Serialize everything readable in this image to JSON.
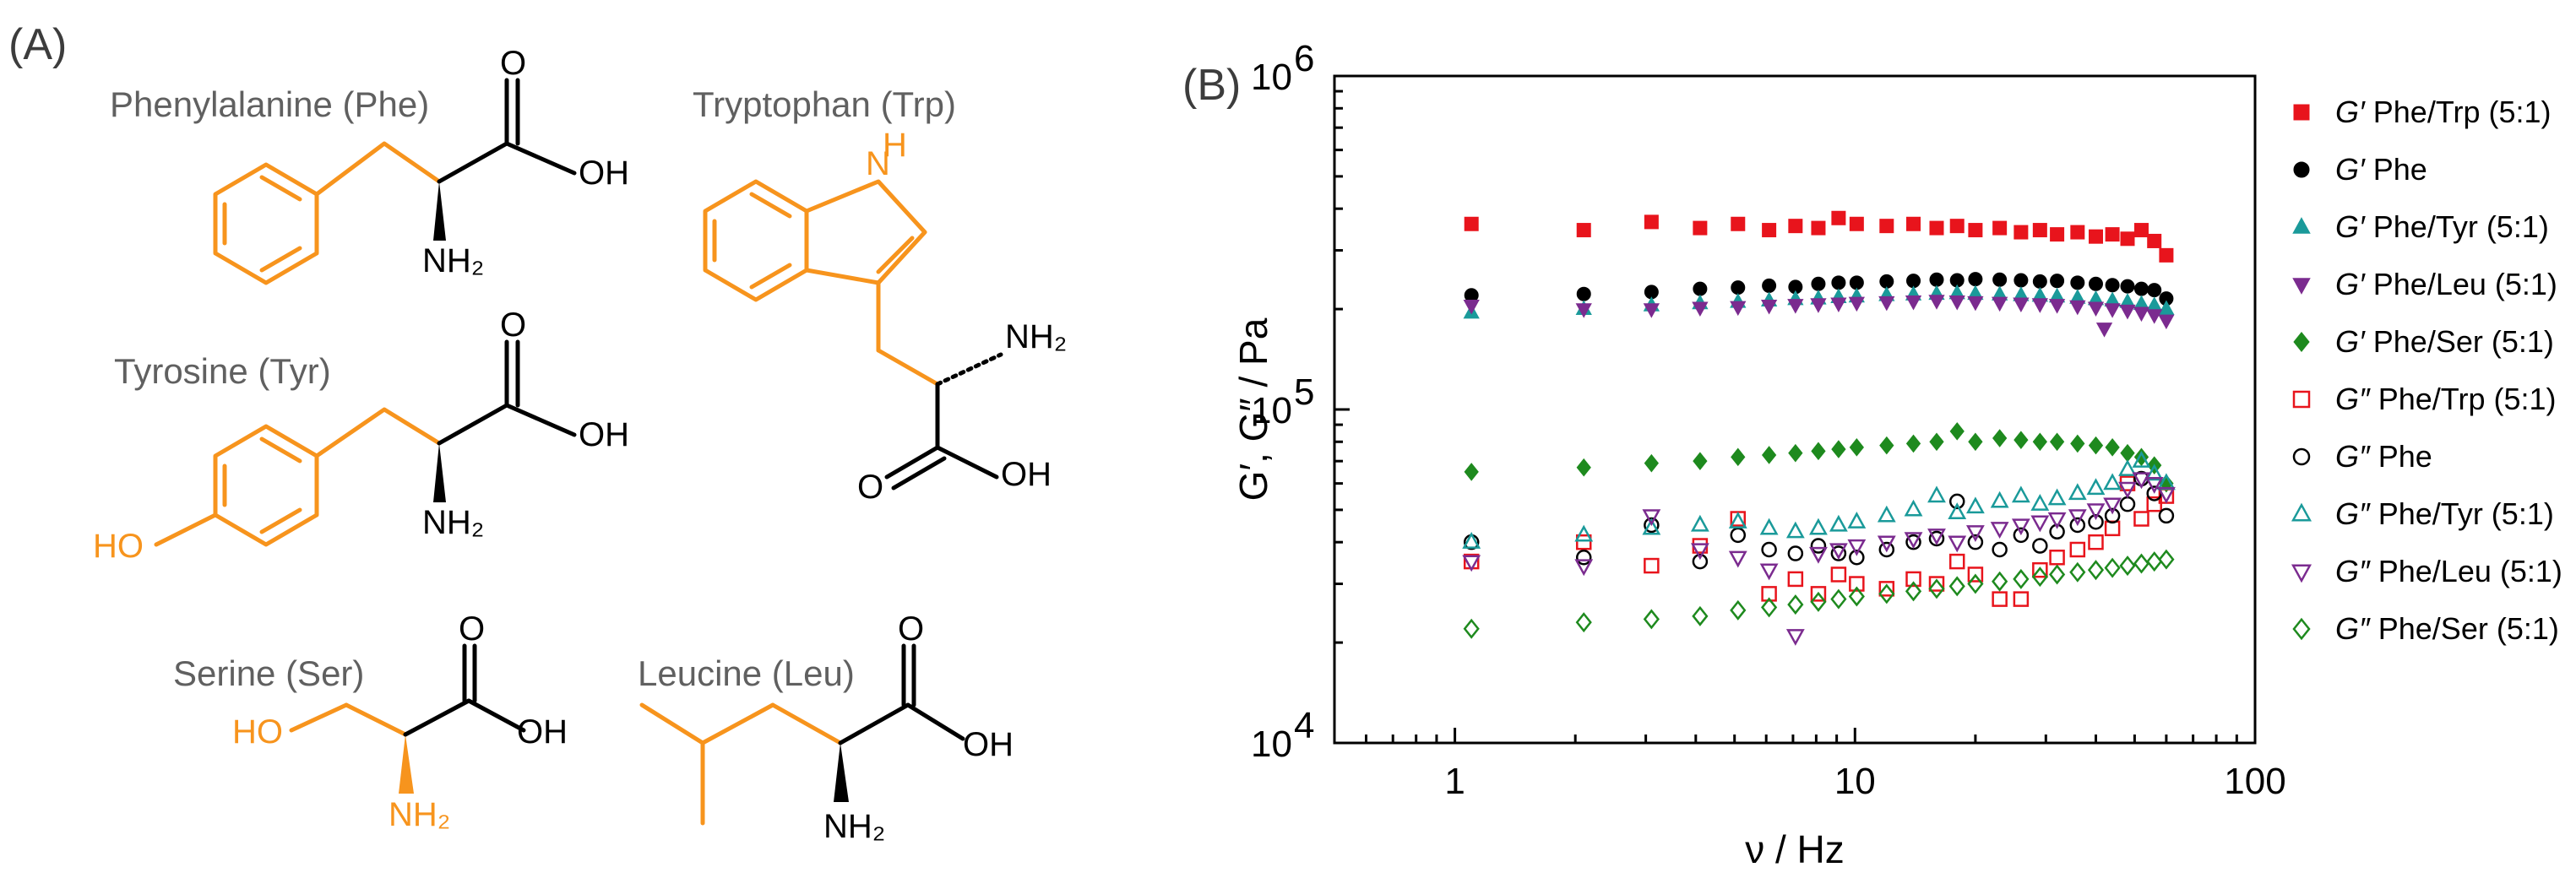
{
  "panel_a": {
    "label": "(A)",
    "molecules": [
      {
        "name": "Phenylalanine (Phe)"
      },
      {
        "name": "Tryptophan (Trp)"
      },
      {
        "name": "Tyrosine (Tyr)"
      },
      {
        "name": "Serine (Ser)"
      },
      {
        "name": "Leucine (Leu)"
      }
    ],
    "atoms": {
      "O": "O",
      "OH": "OH",
      "NH2": "NH₂",
      "HO": "HO",
      "NH_indole": "N",
      "H_indole": "H"
    }
  },
  "panel_b": {
    "label": "(B)"
  },
  "colors": {
    "orange": "#f7941d",
    "red": "#e8141c",
    "black": "#000000",
    "teal": "#1a9a9a",
    "purple": "#7b2b8f",
    "green": "#1e8a1e"
  },
  "chart_data": {
    "type": "scatter",
    "xscale": "log",
    "yscale": "log",
    "xlim": [
      0.5,
      100
    ],
    "ylim": [
      10000,
      1000000
    ],
    "xlabel": "ν / Hz",
    "ylabel": "G′, G″ / Pa",
    "x_ticks": [
      1,
      10,
      100
    ],
    "x_tick_labels": [
      "1",
      "10",
      "100"
    ],
    "y_ticks": [
      10000,
      100000,
      1000000
    ],
    "y_tick_labels": [
      "10",
      "10",
      "10"
    ],
    "y_tick_exponents": [
      "4",
      "5",
      "6"
    ],
    "grid": false,
    "legend_position": "right",
    "series": [
      {
        "name": "G′ Phe/Trp (5:1)",
        "modulus": "G′",
        "rest": " Phe/Trp (5:1)",
        "marker": "square",
        "filled": true,
        "color": "#e8141c",
        "x": [
          1.1,
          2.1,
          3.1,
          4.1,
          5.1,
          6.1,
          7.1,
          8.1,
          9.1,
          10.1,
          12,
          14,
          16,
          18,
          20,
          23,
          26,
          29,
          32,
          36,
          40,
          44,
          48,
          52,
          56,
          60
        ],
        "y": [
          360000,
          345000,
          365000,
          350000,
          360000,
          345000,
          355000,
          350000,
          375000,
          360000,
          355000,
          360000,
          350000,
          355000,
          345000,
          350000,
          340000,
          345000,
          335000,
          340000,
          330000,
          335000,
          325000,
          345000,
          320000,
          290000
        ]
      },
      {
        "name": "G′ Phe",
        "modulus": "G′",
        "rest": " Phe",
        "marker": "circle",
        "filled": true,
        "color": "#000000",
        "x": [
          1.1,
          2.1,
          3.1,
          4.1,
          5.1,
          6.1,
          7.1,
          8.1,
          9.1,
          10.1,
          12,
          14,
          16,
          18,
          20,
          23,
          26,
          29,
          32,
          36,
          40,
          44,
          48,
          52,
          56,
          60
        ],
        "y": [
          220000,
          222000,
          225000,
          230000,
          232000,
          235000,
          233000,
          238000,
          240000,
          240000,
          242000,
          243000,
          245000,
          244000,
          246000,
          245000,
          244000,
          242000,
          243000,
          240000,
          238000,
          236000,
          234000,
          230000,
          228000,
          215000
        ]
      },
      {
        "name": "G′ Phe/Tyr (5:1)",
        "modulus": "G′",
        "rest": " Phe/Tyr (5:1)",
        "marker": "triangle-up",
        "filled": true,
        "color": "#1a9a9a",
        "x": [
          1.1,
          2.1,
          3.1,
          4.1,
          5.1,
          6.1,
          7.1,
          8.1,
          9.1,
          10.1,
          12,
          14,
          16,
          18,
          20,
          23,
          26,
          29,
          32,
          36,
          40,
          44,
          48,
          52,
          56,
          60
        ],
        "y": [
          195000,
          200000,
          205000,
          208000,
          210000,
          212000,
          214000,
          215000,
          217000,
          218000,
          220000,
          221000,
          222000,
          223000,
          222000,
          221000,
          220000,
          219000,
          218000,
          216000,
          214000,
          212000,
          210000,
          207000,
          205000,
          200000
        ]
      },
      {
        "name": "G′ Phe/Leu (5:1)",
        "modulus": "G′",
        "rest": " Phe/Leu (5:1)",
        "marker": "triangle-down",
        "filled": true,
        "color": "#7b2b8f",
        "x": [
          1.1,
          2.1,
          3.1,
          4.1,
          5.1,
          6.1,
          7.1,
          8.1,
          9.1,
          10.1,
          12,
          14,
          16,
          18,
          20,
          23,
          26,
          29,
          32,
          36,
          40,
          42,
          44,
          48,
          52,
          56,
          60
        ],
        "y": [
          205000,
          200000,
          200000,
          202000,
          203000,
          205000,
          206000,
          207000,
          208000,
          209000,
          210000,
          211000,
          212000,
          211000,
          210000,
          209000,
          208000,
          207000,
          206000,
          204000,
          202000,
          175000,
          200000,
          198000,
          195000,
          192000,
          185000
        ]
      },
      {
        "name": "G′ Phe/Ser (5:1)",
        "modulus": "G′",
        "rest": " Phe/Ser (5:1)",
        "marker": "diamond",
        "filled": true,
        "color": "#1e8a1e",
        "x": [
          1.1,
          2.1,
          3.1,
          4.1,
          5.1,
          6.1,
          7.1,
          8.1,
          9.1,
          10.1,
          12,
          14,
          16,
          18,
          20,
          23,
          26,
          29,
          32,
          36,
          40,
          44,
          48,
          52,
          56,
          60
        ],
        "y": [
          65000,
          67000,
          69000,
          70000,
          72000,
          73000,
          74000,
          75000,
          76000,
          77000,
          78000,
          79000,
          80000,
          86000,
          80000,
          82000,
          81000,
          80000,
          80000,
          79000,
          78000,
          77000,
          74000,
          72000,
          68000,
          60000
        ]
      },
      {
        "name": "G″ Phe/Trp (5:1)",
        "modulus": "G″",
        "rest": " Phe/Trp (5:1)",
        "marker": "square",
        "filled": false,
        "color": "#e8141c",
        "x": [
          1.1,
          2.1,
          3.1,
          4.1,
          5.1,
          6.1,
          7.1,
          8.1,
          9.1,
          10.1,
          12,
          14,
          16,
          18,
          20,
          23,
          26,
          29,
          32,
          36,
          40,
          44,
          48,
          52,
          56,
          60
        ],
        "y": [
          35000,
          40000,
          34000,
          39000,
          47000,
          28000,
          31000,
          28000,
          32000,
          30000,
          29000,
          31000,
          30000,
          35000,
          32000,
          27000,
          27000,
          33000,
          36000,
          38000,
          40000,
          44000,
          60000,
          47000,
          52000,
          55000
        ]
      },
      {
        "name": "G″ Phe",
        "modulus": "G″",
        "rest": " Phe",
        "marker": "circle",
        "filled": false,
        "color": "#000000",
        "x": [
          1.1,
          2.1,
          3.1,
          4.1,
          5.1,
          6.1,
          7.1,
          8.1,
          9.1,
          10.1,
          12,
          14,
          16,
          18,
          20,
          23,
          26,
          29,
          32,
          36,
          40,
          44,
          48,
          52,
          56,
          60
        ],
        "y": [
          40000,
          36000,
          45000,
          35000,
          42000,
          38000,
          37000,
          39000,
          37000,
          36000,
          38000,
          40000,
          41000,
          53000,
          40000,
          38000,
          42000,
          39000,
          43000,
          45000,
          46000,
          48000,
          52000,
          62000,
          56000,
          48000
        ]
      },
      {
        "name": "G″ Phe/Tyr (5:1)",
        "modulus": "G″",
        "rest": " Phe/Tyr (5:1)",
        "marker": "triangle-up",
        "filled": false,
        "color": "#1a9a9a",
        "x": [
          1.1,
          2.1,
          3.1,
          4.1,
          5.1,
          6.1,
          7.1,
          8.1,
          9.1,
          10.1,
          12,
          14,
          16,
          18,
          20,
          23,
          26,
          29,
          32,
          36,
          40,
          44,
          48,
          52,
          56,
          60
        ],
        "y": [
          40000,
          42000,
          44000,
          45000,
          46000,
          44000,
          43000,
          44000,
          45000,
          46000,
          48000,
          50000,
          55000,
          49000,
          51000,
          53000,
          55000,
          52000,
          54000,
          56000,
          58000,
          60000,
          66000,
          70000,
          64000,
          60000
        ]
      },
      {
        "name": "G″ Phe/Leu (5:1)",
        "modulus": "G″",
        "rest": " Phe/Leu (5:1)",
        "marker": "triangle-down",
        "filled": false,
        "color": "#7b2b8f",
        "x": [
          1.1,
          2.1,
          3.1,
          4.1,
          5.1,
          6.1,
          7.1,
          8.1,
          9.1,
          10.1,
          12,
          14,
          16,
          18,
          20,
          23,
          26,
          29,
          32,
          36,
          40,
          44,
          48,
          52,
          56,
          60
        ],
        "y": [
          35000,
          34000,
          48000,
          38000,
          36000,
          33000,
          21000,
          37000,
          38000,
          39000,
          40000,
          41000,
          42000,
          40000,
          43000,
          44000,
          45000,
          46000,
          47000,
          48000,
          50000,
          52000,
          58000,
          62000,
          60000,
          56000
        ]
      },
      {
        "name": "G″ Phe/Ser (5:1)",
        "modulus": "G″",
        "rest": " Phe/Ser (5:1)",
        "marker": "diamond",
        "filled": false,
        "color": "#1e8a1e",
        "x": [
          1.1,
          2.1,
          3.1,
          4.1,
          5.1,
          6.1,
          7.1,
          8.1,
          9.1,
          10.1,
          12,
          14,
          16,
          18,
          20,
          23,
          26,
          29,
          32,
          36,
          40,
          44,
          48,
          52,
          56,
          60
        ],
        "y": [
          22000,
          23000,
          23500,
          24000,
          25000,
          25500,
          26000,
          26500,
          27000,
          27500,
          28000,
          28500,
          29000,
          29500,
          30000,
          30500,
          31000,
          31500,
          32000,
          32500,
          33000,
          33500,
          34000,
          34500,
          35000,
          35500
        ]
      }
    ]
  }
}
